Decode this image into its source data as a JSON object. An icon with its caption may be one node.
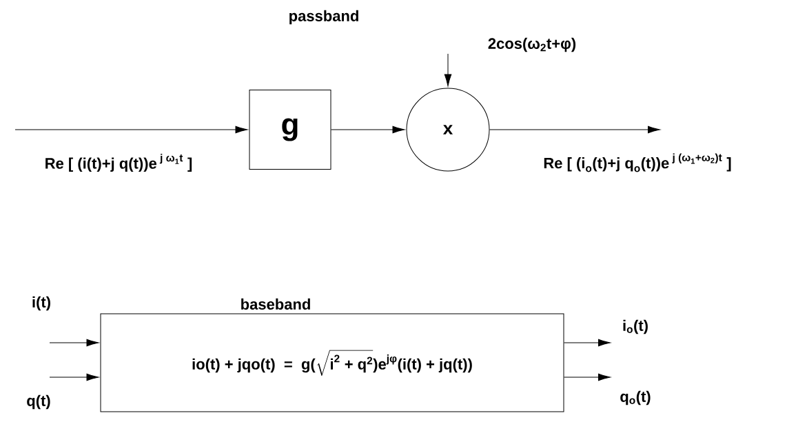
{
  "diagram": {
    "nodes": [
      {
        "text": [
          "g"
        ]
      },
      {
        "text": [
          "x"
        ]
      },
      {
        "text": [
          "baseband",
          "\\text{io(t) + jqo(t) \\ = \\ g(}\\sqrt{\\text{i}^{\\text{2}}\\text{ + q}^{\\text{2}}}\\text{)e}^{\\text{jφ}}\\text{(i(t) + jq(t))}"
        ]
      }
    ],
    "edges": [
      {
        "from": null,
        "to": 0,
        "arrow": "to",
        "label": "\\text{Re [ (i(t)+j q(t))e}^{\\text{ j ω}_{\\text{1}}\\text{t}}\\text{ ]}"
      },
      {
        "from": 0,
        "to": 1,
        "arrow": "to"
      },
      {
        "from": null,
        "to": 1,
        "arrow": "to",
        "label": "2cos(ω$_{2}$t+φ)"
      },
      {
        "from": 1,
        "to": null,
        "arrow": "to",
        "label": "\\text{Re [ (i}_{\\text{o}}\\text{(t)+j q}_{\\text{o}}\\text{(t))e}^{\\text{ j (ω}_{\\text{1}}\\text{+ω}_{\\text{2}}\\text{)t}}\\text{ ]}"
      },
      {
        "from": null,
        "to": 2,
        "arrow": "to",
        "label": "i(t)"
      },
      {
        "from": null,
        "to": 2,
        "arrow": "to",
        "label": "q(t)"
      },
      {
        "from": 2,
        "to": null,
        "arrow": "to",
        "label": "i$_{o}$(t)"
      },
      {
        "from": 2,
        "to": null,
        "arrow": "to",
        "label": "q$_{o}$(t)"
      }
    ],
    "labels": [
      "passband"
    ]
  }
}
